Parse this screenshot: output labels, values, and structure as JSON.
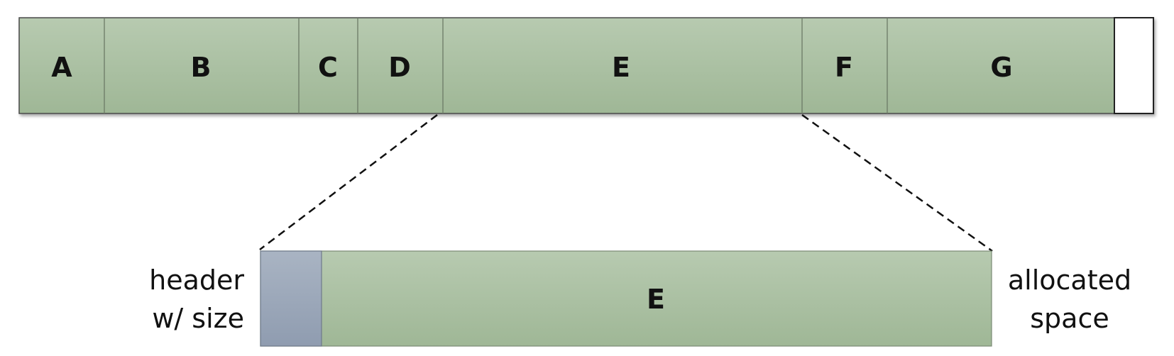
{
  "colors": {
    "block_fill": "#a9bf9f",
    "header_fill": "#9ea9b9",
    "free_fill": "#ffffff",
    "outline": "#4a4a4a"
  },
  "memory_blocks": [
    "A",
    "B",
    "C",
    "D",
    "E",
    "F",
    "G"
  ],
  "zoom": {
    "source_block": "E",
    "header_label_lines": [
      "header",
      "w/ size"
    ],
    "block_label": "E",
    "space_label_lines": [
      "allocated",
      "space"
    ]
  }
}
